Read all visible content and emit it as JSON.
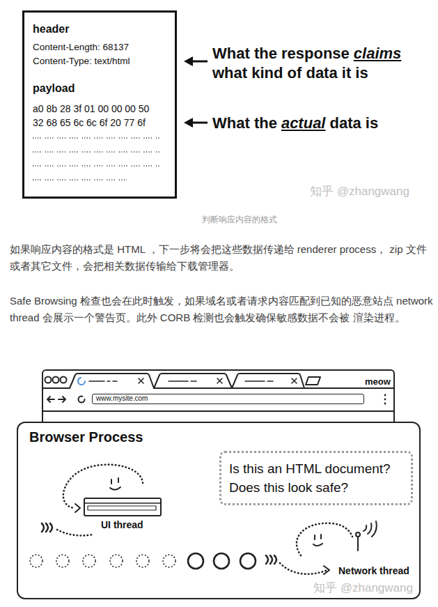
{
  "diagram": {
    "caption": "判断响应内容的格式",
    "nodes": [
      {
        "text": [
          "header",
          "Content-Length: 68137",
          "Content-Type: text/html",
          "payload",
          "a0 8b 28 3f 01 00 00 00 50",
          "32 68 65 6c 6c 6f 20 77 6f"
        ]
      },
      {
        "text": [
          "meow"
        ]
      },
      {
        "text": [
          "www.mysite.com"
        ],
        "in": 1
      },
      {
        "text": [
          "Browser Process"
        ]
      },
      {
        "text": [
          "Is this an HTML document? Does this look safe?"
        ],
        "in": 3
      }
    ],
    "labels": [
      "What the response",
      "claims",
      "what kind of data it is",
      "What the",
      "actual",
      "data is",
      "知乎 @zhangwang",
      "如果响应内容的格式是 HTML ，下一步将会把这些数据传递给 renderer process， zip 文件或者其它文件，会把相关数据传输给下载管理器。",
      "Safe Browsing 检查也会在此时触发，如果域名或者请求内容匹配到已知的恶意站点 network thread 会展示一个警告页。此外 CORB 检测也会触发确保敏感数据不会被 渲染进程。",
      "UI thread",
      "Network thread",
      "知乎 @zhangwang"
    ]
  }
}
